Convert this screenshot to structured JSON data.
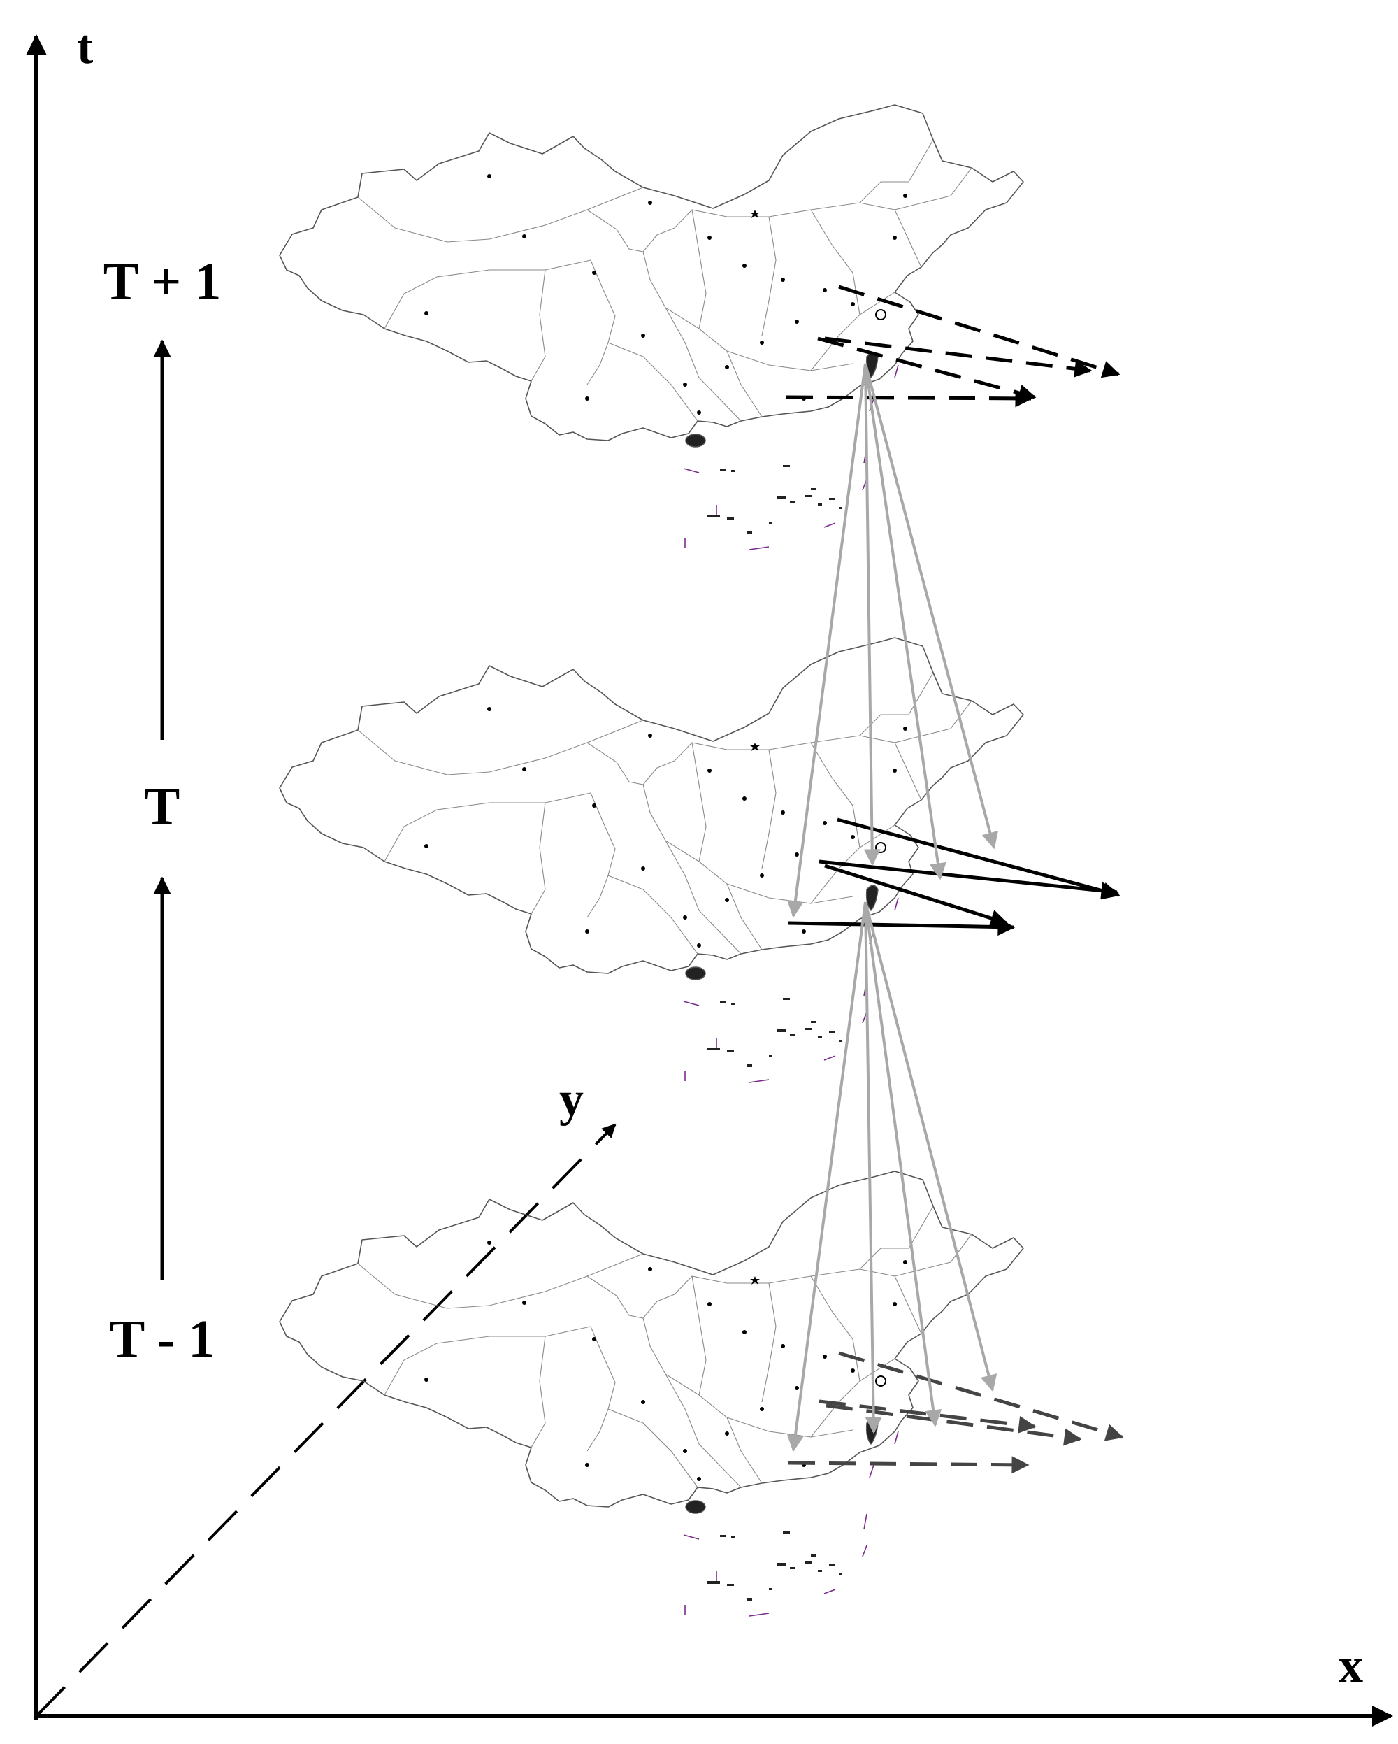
{
  "axes": {
    "t_label": "t",
    "x_label": "x",
    "y_label": "y"
  },
  "time_layers": [
    {
      "label": "T + 1",
      "flow_style": "dashed",
      "flow_color": "#000000"
    },
    {
      "label": "T",
      "flow_style": "solid",
      "flow_color": "#000000"
    },
    {
      "label": "T - 1",
      "flow_style": "dashed",
      "flow_color": "#444444"
    }
  ],
  "colors": {
    "axis": "#000000",
    "inter_layer_links": "#a8a8a8",
    "map_outline": "#555555",
    "sea_boundary": "#7a2a8a"
  }
}
